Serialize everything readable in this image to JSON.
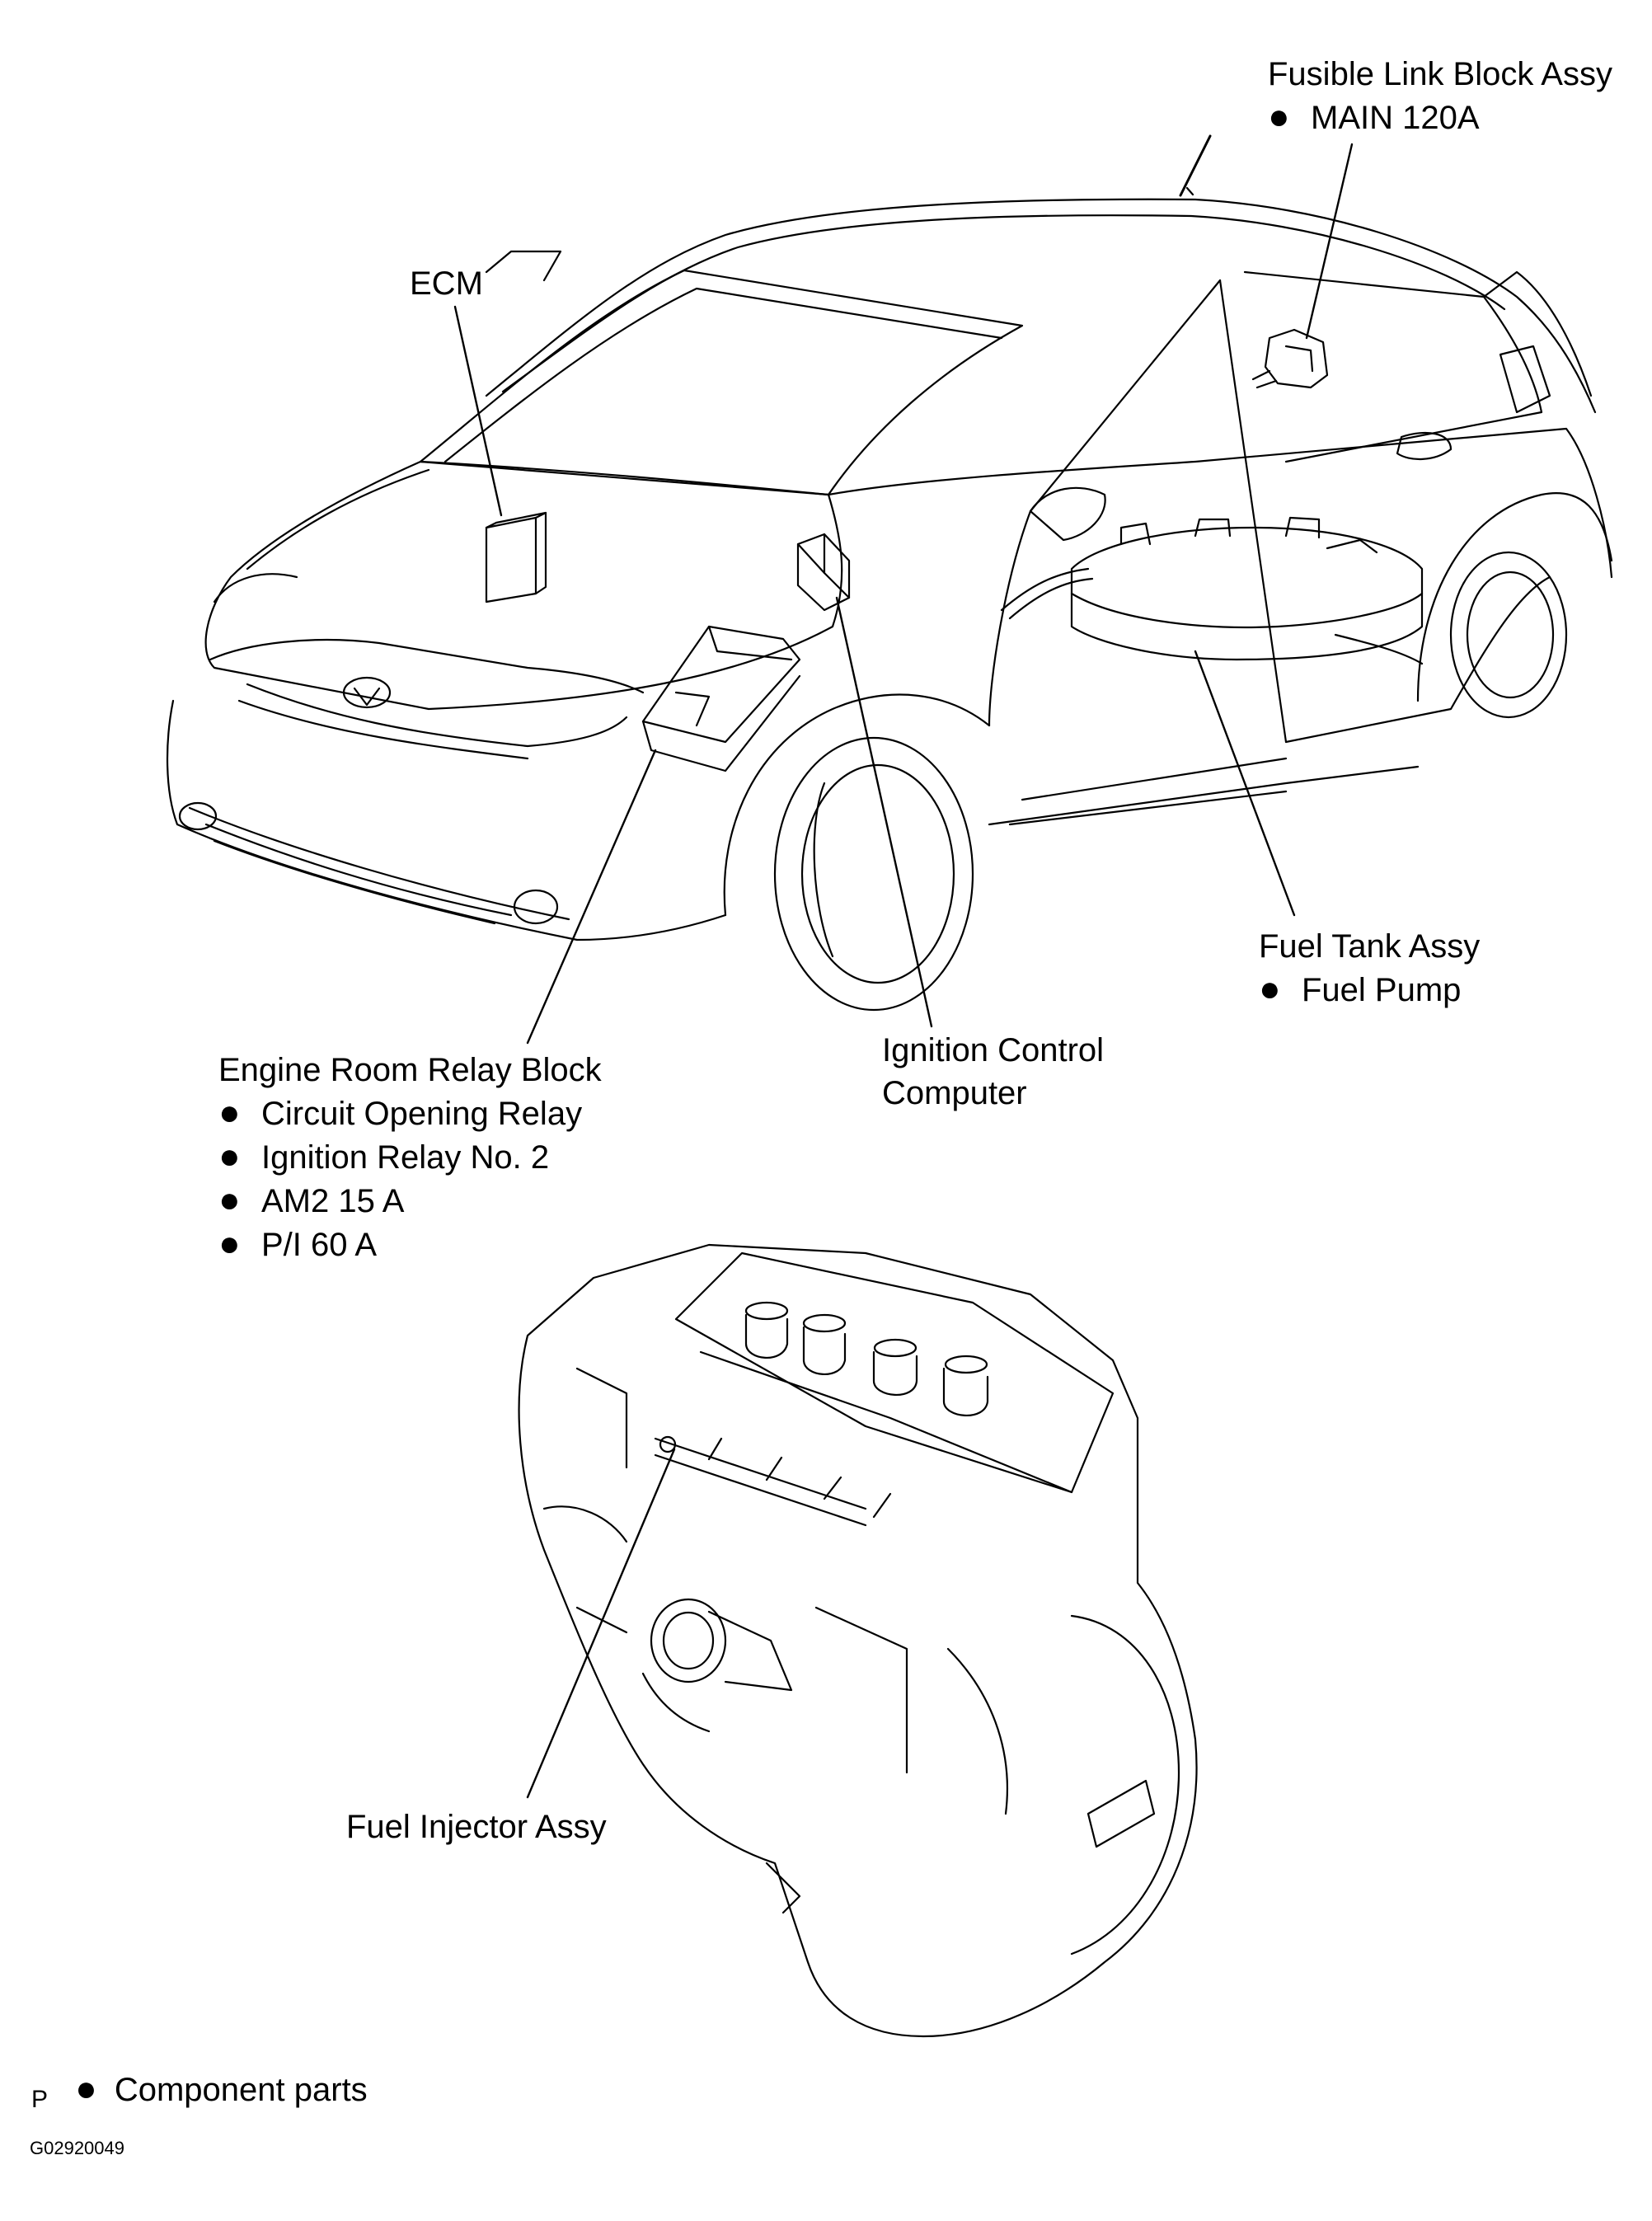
{
  "labels": {
    "fusible_link": {
      "title": "Fusible Link Block Assy",
      "items": [
        "MAIN 120A"
      ]
    },
    "ecm": {
      "title": "ECM"
    },
    "fuel_tank": {
      "title": "Fuel Tank Assy",
      "items": [
        "Fuel Pump"
      ]
    },
    "ignition_control": {
      "lines": [
        "Ignition Control",
        "Computer"
      ]
    },
    "relay_block": {
      "title": "Engine Room Relay Block",
      "items": [
        "Circuit Opening Relay",
        "Ignition Relay No. 2",
        "AM2 15 A",
        "P/I 60 A"
      ]
    },
    "fuel_injector": {
      "title": "Fuel Injector Assy"
    }
  },
  "legend": {
    "marker": "P",
    "bullet_symbol": "●",
    "text": "Component parts"
  },
  "figure_id": "G02920049",
  "colors": {
    "line": "#000000",
    "background": "#ffffff"
  },
  "icons": {
    "bullet": "filled-circle-bullet-icon"
  }
}
